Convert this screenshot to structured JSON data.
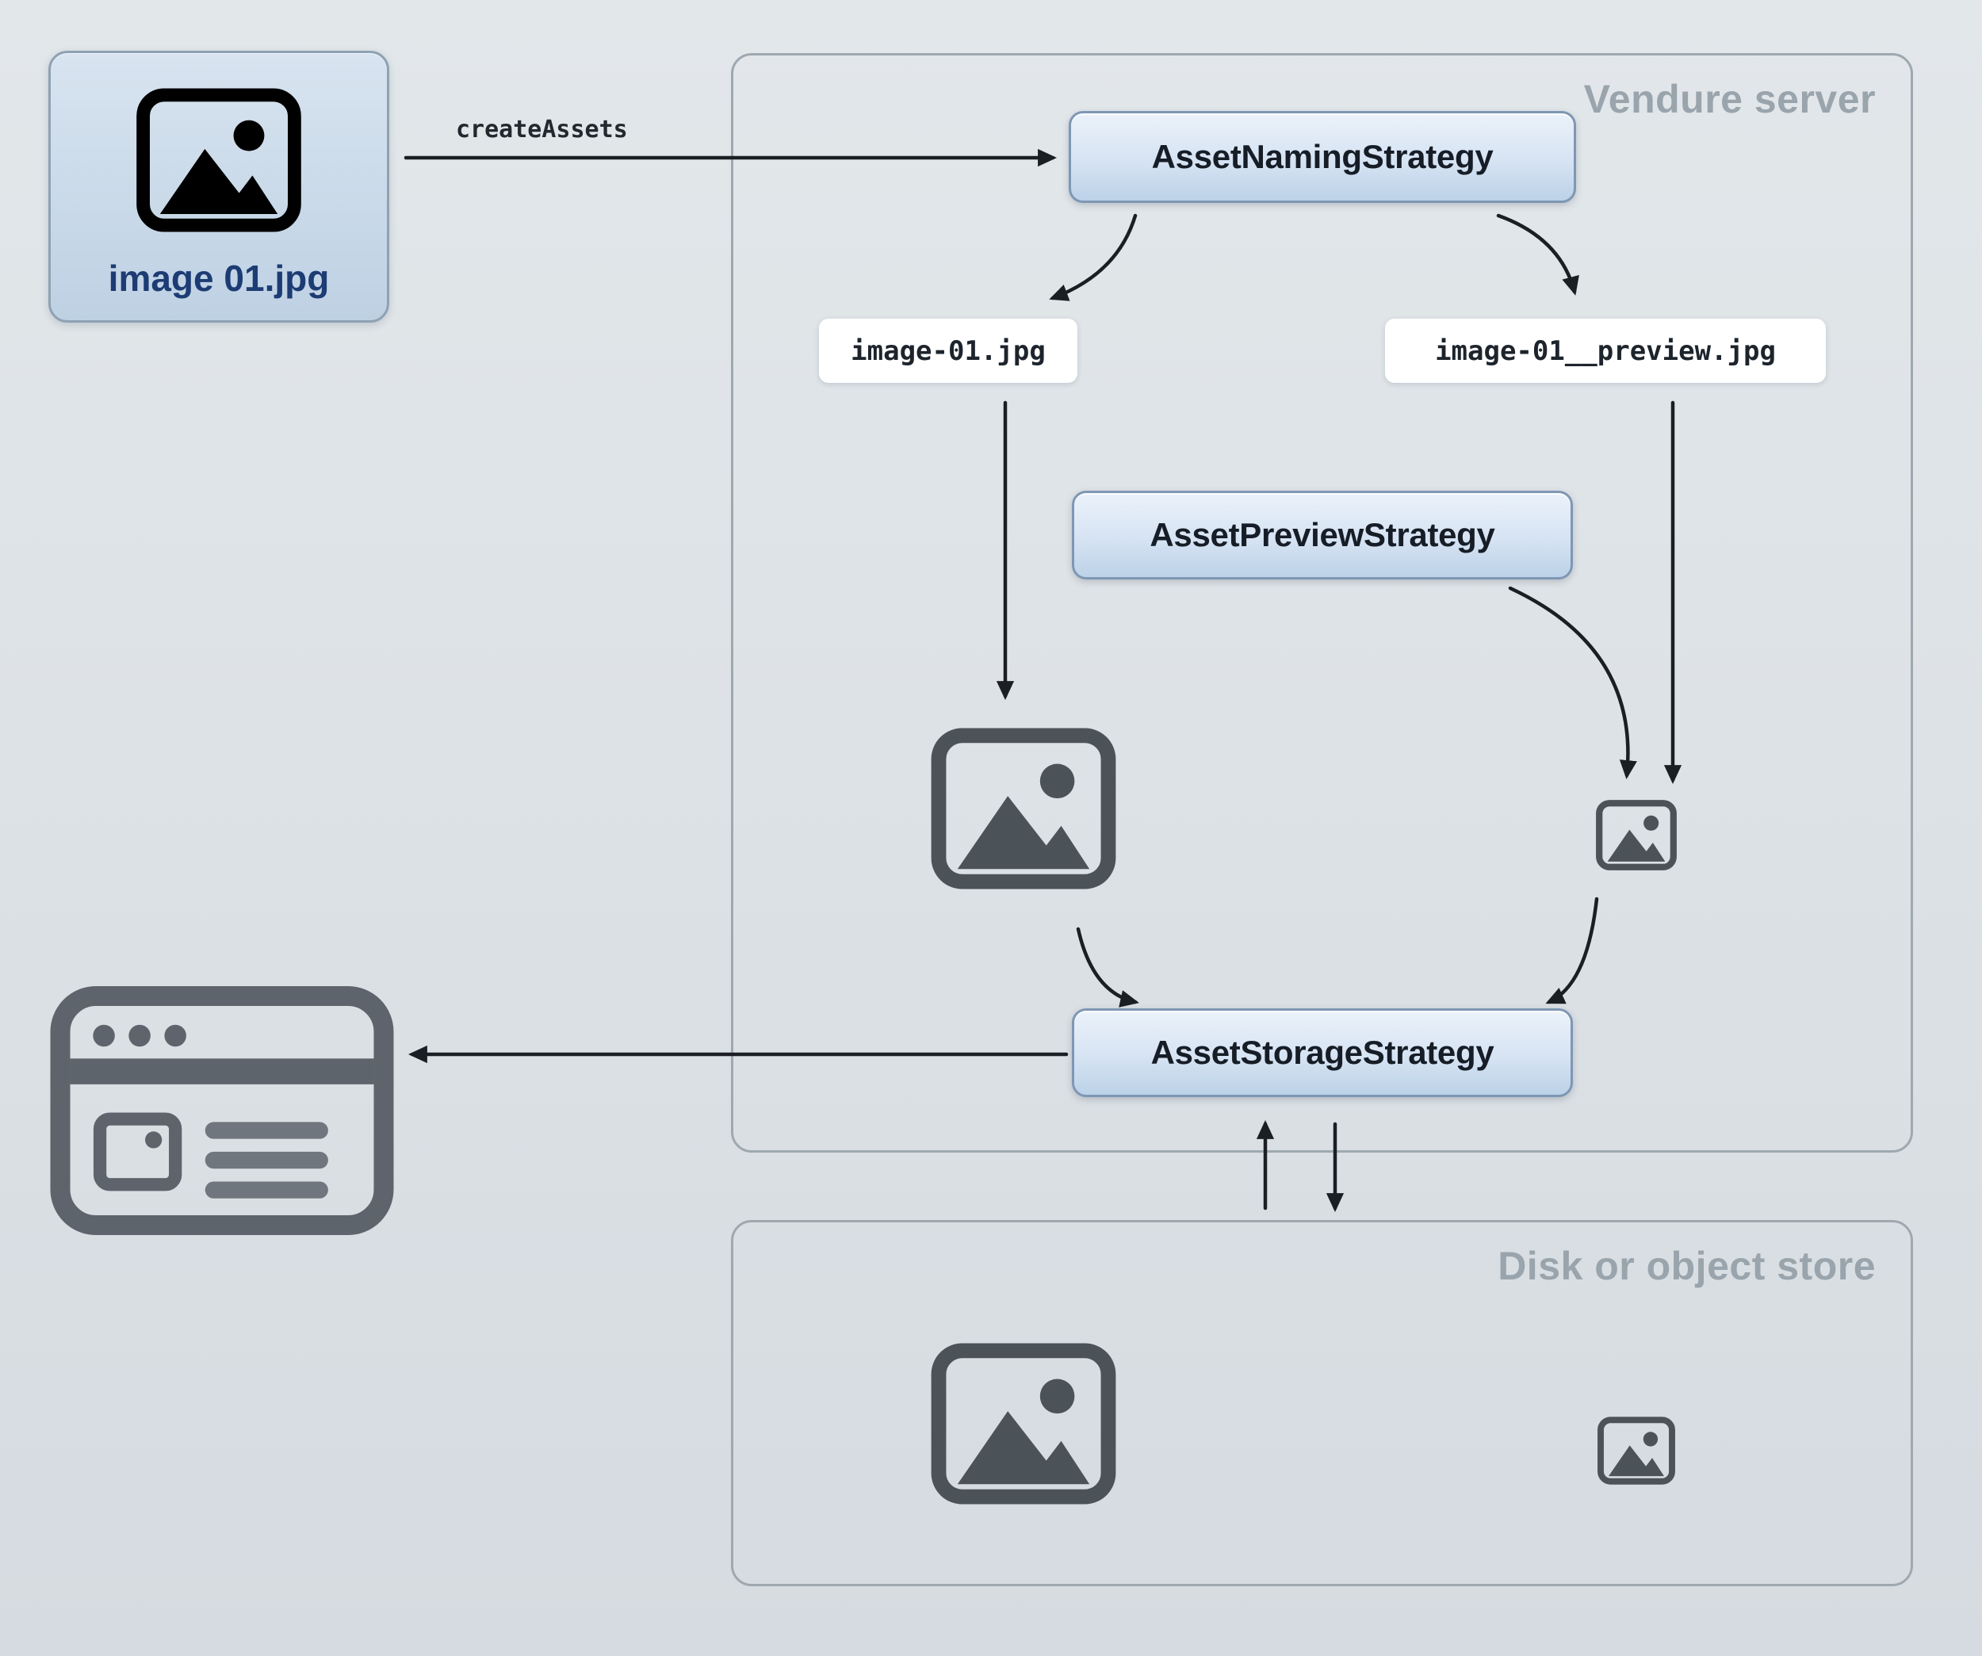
{
  "source_asset": {
    "filename": "image 01.jpg"
  },
  "flow": {
    "create_assets_label": "createAssets"
  },
  "vendure_server": {
    "label": "Vendure server",
    "asset_naming_strategy": "AssetNamingStrategy",
    "original_filename": "image-01.jpg",
    "preview_filename": "image-01__preview.jpg",
    "asset_preview_strategy": "AssetPreviewStrategy",
    "asset_storage_strategy": "AssetStorageStrategy"
  },
  "disk_store": {
    "label": "Disk or object store"
  },
  "icons": {
    "source": "image-icon",
    "original": "image-icon",
    "preview": "image-icon-small",
    "browser": "browser-window-icon",
    "stored_original": "image-icon",
    "stored_preview": "image-icon-small"
  },
  "colors": {
    "background_top": "#e2e7ea",
    "background_bottom": "#d5dbe0",
    "container_border": "#9fa8af",
    "container_label": "#9aa4ac",
    "strategy_box_top": "#ebf2fa",
    "strategy_box_bottom": "#bcd2e8",
    "strategy_box_border": "#7e97b4",
    "strategy_box_text": "#161d26",
    "source_box_top": "#d8e4f0",
    "source_box_bottom": "#bed1e3",
    "source_box_border": "#8fa2b4",
    "source_label_text": "#1d3c74",
    "file_label_bg": "#ffffff",
    "file_label_text": "#1d242c",
    "arrow": "#1b1f24",
    "icon": "#4c5358",
    "browser_icon": "#5d646b",
    "code_text": "#22282e"
  }
}
